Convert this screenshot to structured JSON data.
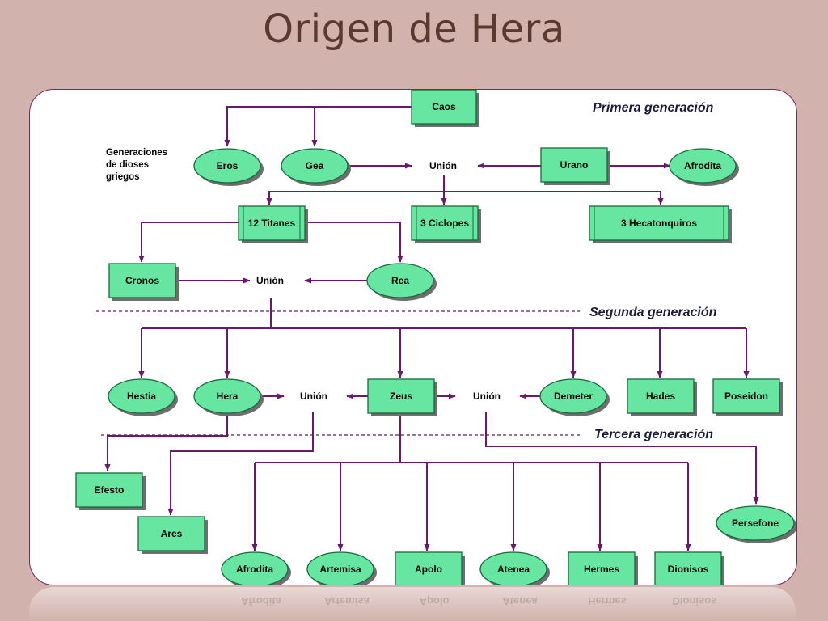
{
  "title": "Origen de Hera",
  "note": [
    "Generaciones",
    "de dioses",
    "griegos"
  ],
  "generations": {
    "first": "Primera generación",
    "second": "Segunda generación",
    "third": "Tercera generación"
  },
  "union_label": "Unión",
  "nodes": {
    "caos": "Caos",
    "eros": "Eros",
    "gea": "Gea",
    "urano": "Urano",
    "afrodita1": "Afrodita",
    "titanes": "12 Titanes",
    "ciclopes": "3 Ciclopes",
    "hecatonquiros": "3 Hecatonquiros",
    "cronos": "Cronos",
    "rea": "Rea",
    "hestia": "Hestia",
    "hera": "Hera",
    "zeus": "Zeus",
    "demeter": "Demeter",
    "hades": "Hades",
    "poseidon": "Poseidon",
    "efesto": "Efesto",
    "ares": "Ares",
    "persefone": "Persefone",
    "afrodita2": "Afrodita",
    "artemisa": "Artemisa",
    "apolo": "Apolo",
    "atenea": "Atenea",
    "hermes": "Hermes",
    "dionisos": "Dionisos"
  },
  "colors": {
    "node_fill": "#66e6a0",
    "node_stroke": "#156a3a",
    "shadow": "#6e6e6e",
    "arrow": "#6a1a6a",
    "background": "#d2b2ad"
  }
}
